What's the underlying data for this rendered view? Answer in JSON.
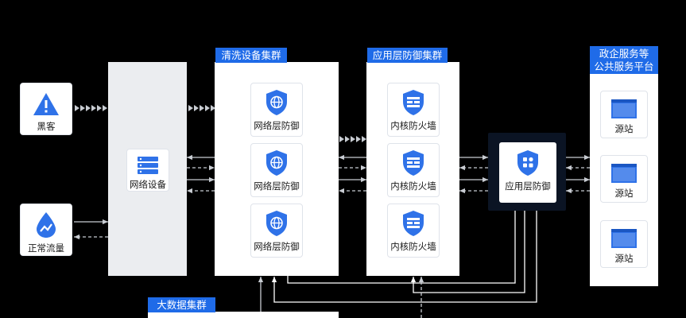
{
  "colors": {
    "accent": "#1f6be8",
    "icon_blue": "#2f72e8",
    "panel_grey": "#ebedf0",
    "dark_block": "#0b1424",
    "connector": "#c8ccd2"
  },
  "sources": {
    "hacker": {
      "label": "黑客",
      "icon": "warning-triangle-icon"
    },
    "normal": {
      "label": "正常流量",
      "icon": "water-drop-trend-icon"
    }
  },
  "network_device": {
    "label": "网络设备",
    "icon": "server-stack-icon"
  },
  "scrubbing_cluster": {
    "title": "清洗设备集群",
    "nodes": [
      {
        "label": "网络层防御",
        "icon": "globe-shield-icon"
      },
      {
        "label": "网络层防御",
        "icon": "globe-shield-icon"
      },
      {
        "label": "网络层防御",
        "icon": "globe-shield-icon"
      }
    ]
  },
  "app_defense_cluster": {
    "title": "应用层防御集群",
    "nodes": [
      {
        "label": "内核防火墙",
        "icon": "firewall-shield-icon"
      },
      {
        "label": "内核防火墙",
        "icon": "firewall-shield-icon"
      },
      {
        "label": "内核防火墙",
        "icon": "firewall-shield-icon"
      }
    ]
  },
  "app_layer_defense": {
    "label": "应用层防御",
    "icon": "apps-shield-icon"
  },
  "public_service": {
    "title_line1": "政企服务等",
    "title_line2": "公共服务平台",
    "sites": [
      {
        "label": "源站",
        "icon": "browser-window-icon"
      },
      {
        "label": "源站",
        "icon": "browser-window-icon"
      },
      {
        "label": "源站",
        "icon": "browser-window-icon"
      }
    ]
  },
  "bigdata_cluster": {
    "title": "大数据集群"
  }
}
